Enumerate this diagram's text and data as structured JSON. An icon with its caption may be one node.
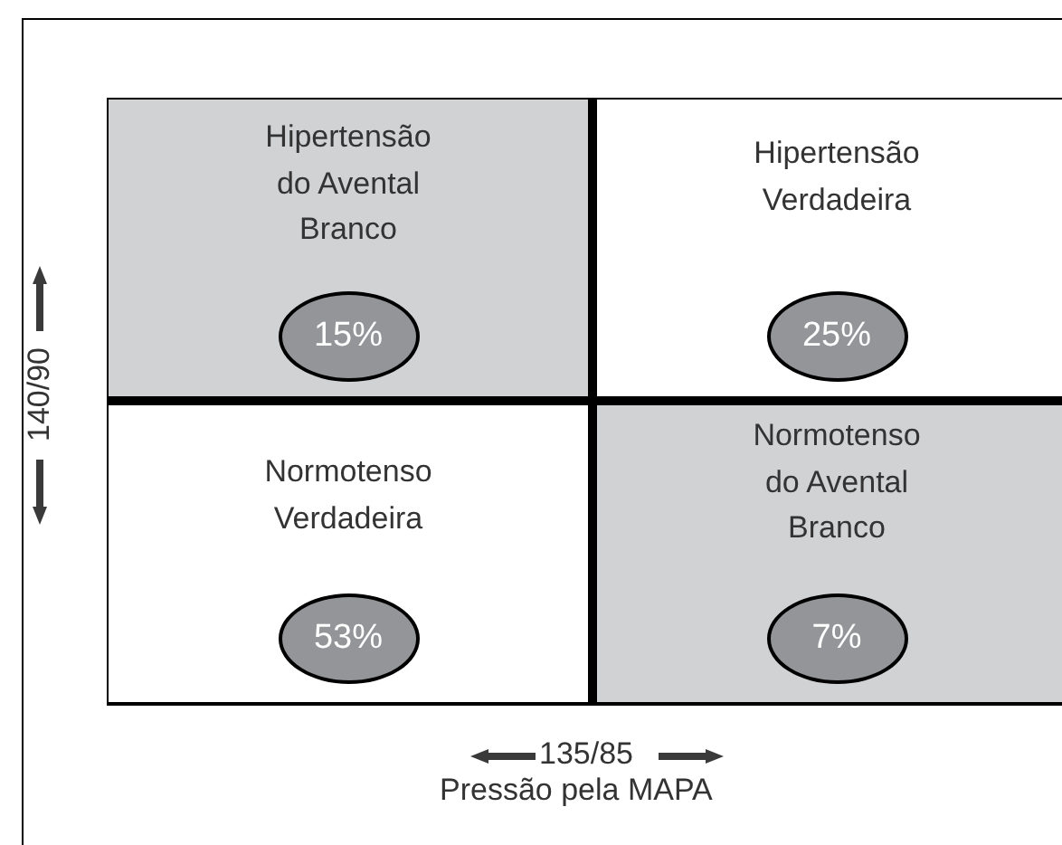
{
  "diagram": {
    "nodes": [
      {
        "text": [
          "Hipertensão do Avental Branco"
        ]
      },
      {
        "text": [
          "15%"
        ],
        "in": 0
      },
      {
        "text": [
          "Hipertensão Verdadeira"
        ]
      },
      {
        "text": [
          "25%"
        ],
        "in": 2
      },
      {
        "text": [
          "Normotenso Verdadeira"
        ]
      },
      {
        "text": [
          "53%"
        ],
        "in": 4
      },
      {
        "text": [
          "Normotenso do Avental Branco"
        ]
      },
      {
        "text": [
          "7%"
        ],
        "in": 6
      }
    ],
    "labels": [
      "140/90",
      "135/85",
      "Pressão pela MAPA"
    ]
  }
}
